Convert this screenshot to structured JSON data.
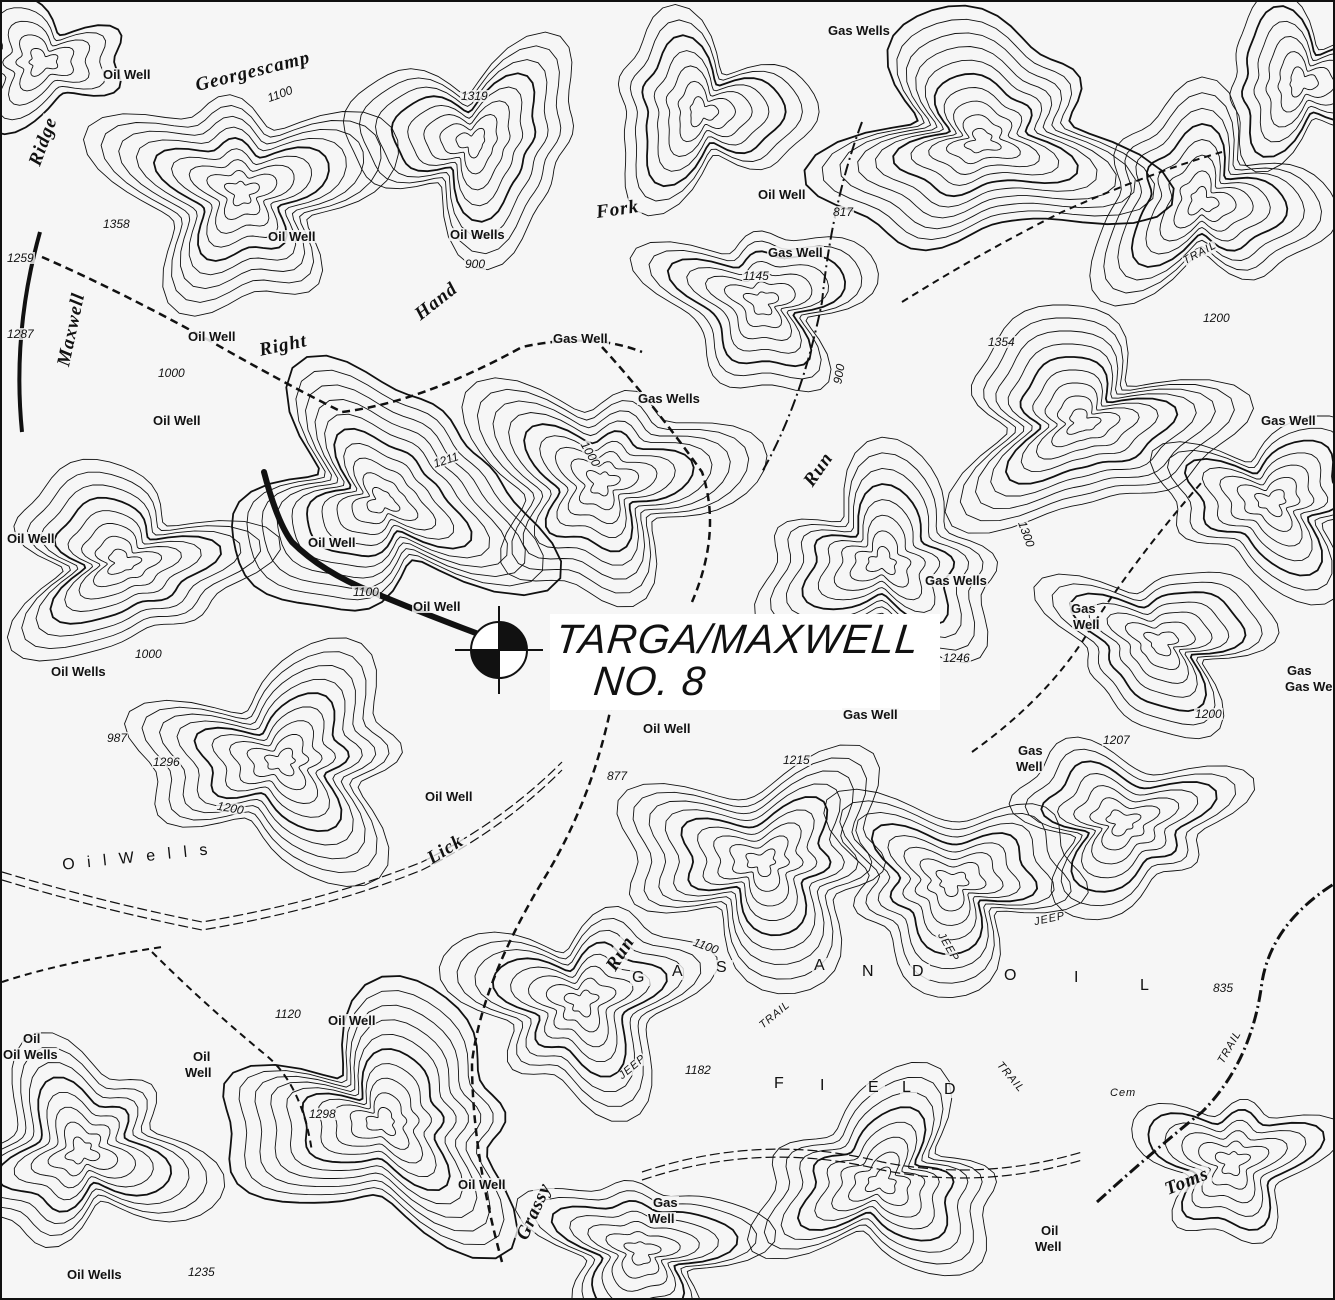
{
  "site": {
    "line1": "TARGA/MAXWELL",
    "line2": "NO. 8"
  },
  "wells": {
    "oil_well": "Oil Well",
    "oil_wells": "Oil Wells",
    "gas_well": "Gas Well",
    "gas_wells": "Gas Wells",
    "oil": "Oil",
    "well": "Well",
    "gas": "Gas"
  },
  "streams": {
    "georges_camp": "Georgescamp",
    "right": "Right",
    "fork": "Fork",
    "hand": "Hand",
    "lick": "Lick",
    "run_east": "Run",
    "run_south": "Run",
    "toms": "Toms",
    "ridge": "Ridge",
    "grassy": "Grassy",
    "maxwell": "Maxwell"
  },
  "field": {
    "letters": [
      "G",
      "A",
      "S",
      "A",
      "N",
      "D",
      "O",
      "I",
      "L",
      "F",
      "I",
      "E",
      "L",
      "D"
    ],
    "oil_wells_spread": "O i l   W e l l s"
  },
  "trails": {
    "trail": "TRAIL",
    "jeep": "JEEP",
    "cem": "Cem"
  },
  "elevations": {
    "e1319": "1319",
    "e1358": "1358",
    "e1100a": "1100",
    "e1100b": "1100",
    "e1000a": "1000",
    "e1000b": "1000",
    "e1000c": "1000",
    "e1200a": "1200",
    "e1200b": "1200",
    "e1200c": "1200",
    "e1145": "1145",
    "e1354": "1354",
    "e900a": "900",
    "e900b": "900",
    "e1211": "1211",
    "e1296": "1296",
    "e987": "987",
    "e877": "877",
    "e1215": "1215",
    "e1207": "1207",
    "e1298": "1298",
    "e1235": "1235",
    "e1120": "1120",
    "e1182": "1182",
    "e835": "835",
    "e817": "817",
    "e1246": "1246",
    "e1300": "1300",
    "e1259": "1259",
    "e1287": "1287",
    "e1100c": "1100"
  },
  "colors": {
    "ink": "#111111",
    "paper": "#f6f6f6"
  }
}
